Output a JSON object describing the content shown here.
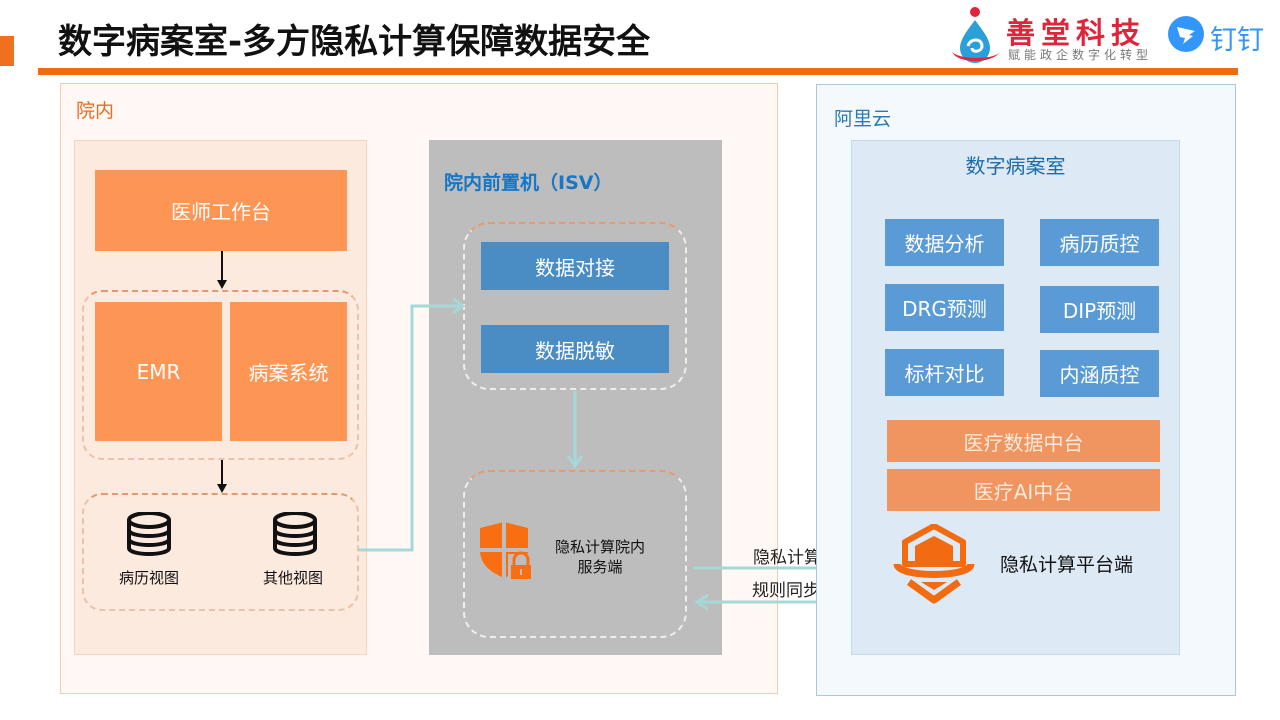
{
  "header": {
    "title": "数字病案室-多方隐私计算保障数据安全",
    "logo": {
      "brand": "善堂科技",
      "slogan": "赋能政企数字化转型",
      "partner_label": "钉钉"
    }
  },
  "hospital": {
    "label": "院内",
    "workstation": "医师工作台",
    "systems": [
      "EMR",
      "病案系统"
    ],
    "views": [
      {
        "label": "病历视图",
        "icon": "database-icon"
      },
      {
        "label": "其他视图",
        "icon": "database-icon"
      }
    ]
  },
  "front_machine": {
    "title": "院内前置机（ISV）",
    "steps": [
      "数据对接",
      "数据脱敏"
    ],
    "privacy_service": {
      "icon": "shield-lock-icon",
      "label_line1": "隐私计算院内",
      "label_line2": "服务端"
    }
  },
  "flows": {
    "to_platform": "隐私计算",
    "from_platform": "规则同步"
  },
  "cloud": {
    "label": "阿里云",
    "room_title": "数字病案室",
    "modules": [
      "数据分析",
      "病历质控",
      "DRG预测",
      "DIP预测",
      "标杆对比",
      "内涵质控"
    ],
    "middle_platforms": [
      "医疗数据中台",
      "医疗AI中台"
    ],
    "platform": {
      "icon": "privacy-platform-icon",
      "label": "隐私计算平台端"
    }
  },
  "colors": {
    "accent_orange": "#f06a10",
    "box_orange": "#fd9654",
    "box_blue": "#4a8cc4",
    "box_sky": "#5a9bd5",
    "flow_teal": "#a6d8d8"
  }
}
